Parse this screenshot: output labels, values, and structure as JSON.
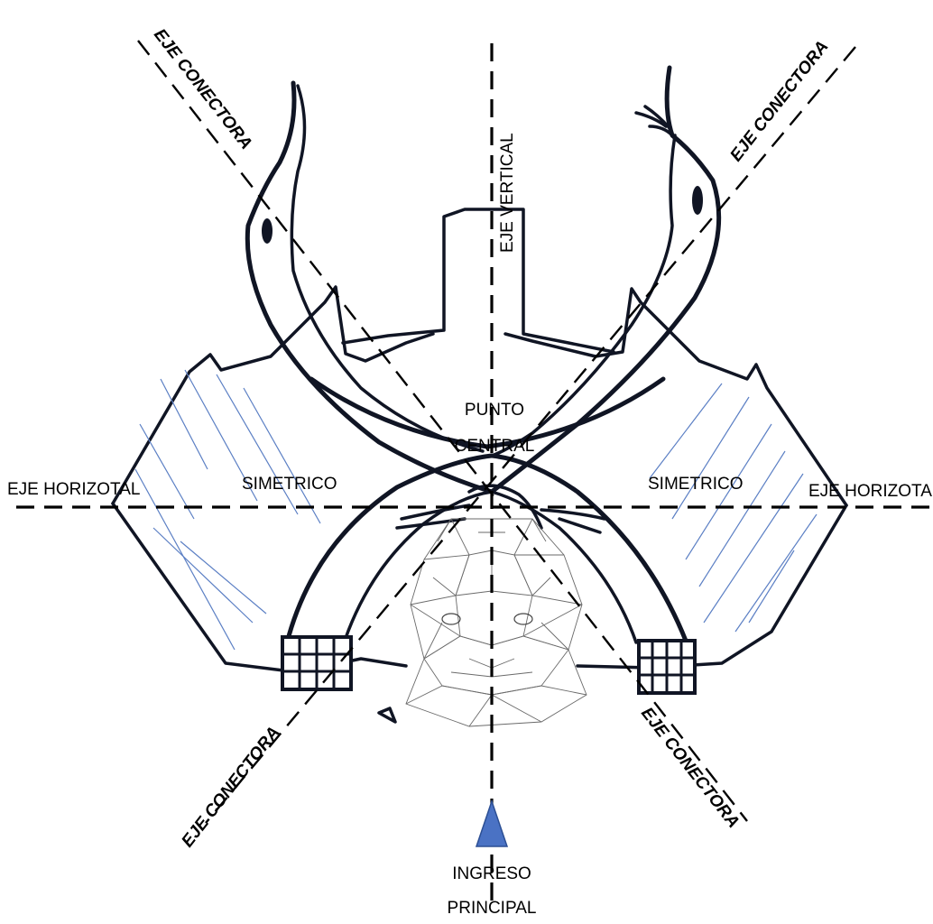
{
  "labels": {
    "eje_vertical": "EJE VERTICAL",
    "eje_horizontal_left": "EJE  HORIZOTAL",
    "eje_horizontal_right": "EJE  HORIZOTAL",
    "eje_conectora_top_left": "EJE CONECTORA",
    "eje_conectora_top_right": "EJE CONECTORA",
    "eje_conectora_bottom_left": "EJE CONECTORA",
    "eje_conectora_bottom_right": "EJE CONECTORA",
    "punto_central_line1": "PUNTO",
    "punto_central_line2": "CENTRAL",
    "simetrico_left": "SIMETRICO",
    "simetrico_right": "SIMETRICO",
    "ingreso_line1": "INGRESO",
    "ingreso_line2": "PRINCIPAL"
  },
  "colors": {
    "ink": "#101524",
    "hatch": "#5b7fc4",
    "entry_marker": "#4a72c4",
    "mesh": "#6a6a6a"
  },
  "icons": {
    "entry_marker": "triangle-up-icon"
  }
}
